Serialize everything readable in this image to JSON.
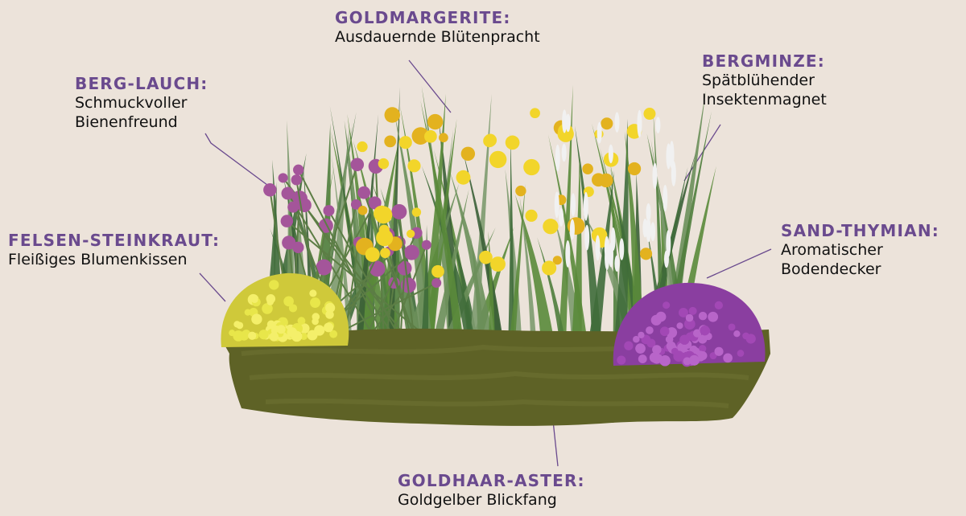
{
  "colors": {
    "background": "#ece3da",
    "label_heading": "#6a4a8e",
    "label_text": "#111111",
    "soil": "#5e6226",
    "allium": "#a4559a",
    "yellow_flowers": "#f2d52a",
    "alyssum": "#e8e64a",
    "thyme": "#a248b5",
    "calamint": "#f1f1f1"
  },
  "labels": {
    "berg_lauch": {
      "name": "BERG-LAUCH:",
      "desc": "Schmuckvoller\nBienenfreund"
    },
    "goldmargerite": {
      "name": "GOLDMARGERITE:",
      "desc": "Ausdauernde Blütenpracht"
    },
    "bergminze": {
      "name": "BERGMINZE:",
      "desc": "Spätblühender\nInsektenmagnet"
    },
    "felsen_steinkraut": {
      "name": "FELSEN-STEINKRAUT:",
      "desc": "Fleißiges Blumenkissen"
    },
    "sand_thymian": {
      "name": "SAND-THYMIAN:",
      "desc": "Aromatischer\nBodendecker"
    },
    "goldhaar_aster": {
      "name": "GOLDHAAR-ASTER:",
      "desc": "Goldgelber Blickfang"
    }
  }
}
